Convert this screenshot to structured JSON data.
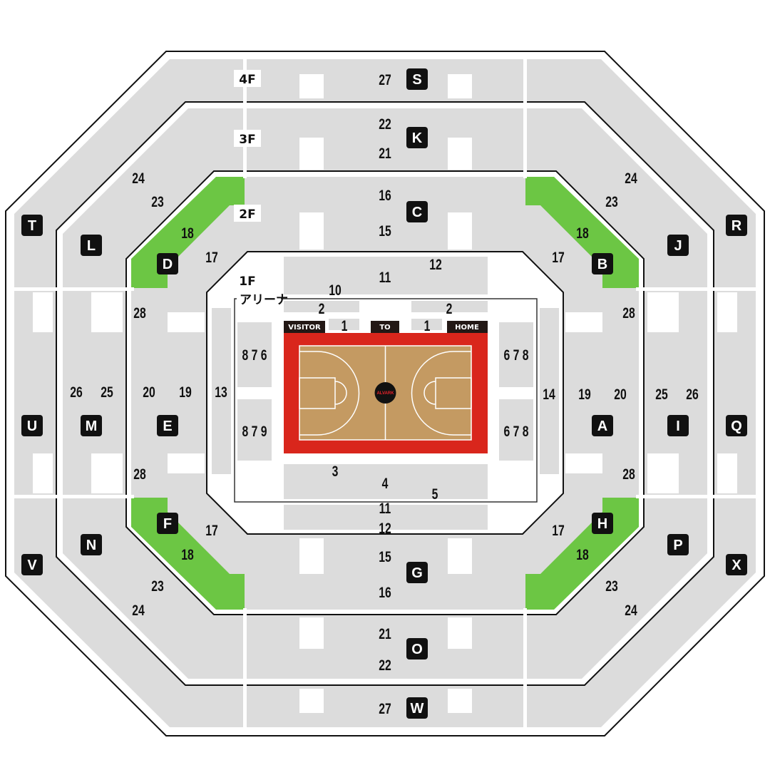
{
  "floors": {
    "f4": "4F",
    "f3": "3F",
    "f2": "2F",
    "f1": "1F",
    "arena": "アリーナ"
  },
  "court": {
    "visitor": "VISITOR",
    "to": "TO",
    "home": "HOME",
    "logo": "ALVARK"
  },
  "colors": {
    "seat": "#dcdcdc",
    "highlight": "#6cc644",
    "court_border": "#d9261c",
    "court_floor": "#c49a62",
    "badge": "#111111"
  },
  "section_badges": [
    "S",
    "K",
    "C",
    "T",
    "L",
    "D",
    "J",
    "R",
    "B",
    "U",
    "M",
    "E",
    "A",
    "I",
    "Q",
    "F",
    "N",
    "V",
    "H",
    "P",
    "X",
    "G",
    "O",
    "W"
  ],
  "row_numbers": [
    "27",
    "27",
    "22",
    "21",
    "16",
    "15",
    "21",
    "22",
    "15",
    "16",
    "24",
    "23",
    "24",
    "23",
    "23",
    "24",
    "23",
    "24",
    "18",
    "17",
    "18",
    "17",
    "17",
    "18",
    "17",
    "18",
    "28",
    "28",
    "28",
    "28",
    "26",
    "25",
    "20",
    "19",
    "19",
    "20",
    "25",
    "26",
    "13",
    "14",
    "12",
    "11",
    "10",
    "2",
    "2",
    "1",
    "1",
    "8 7 6",
    "8 7 9",
    "6 7 8",
    "6 7 8",
    "3",
    "4",
    "5",
    "11",
    "12"
  ]
}
